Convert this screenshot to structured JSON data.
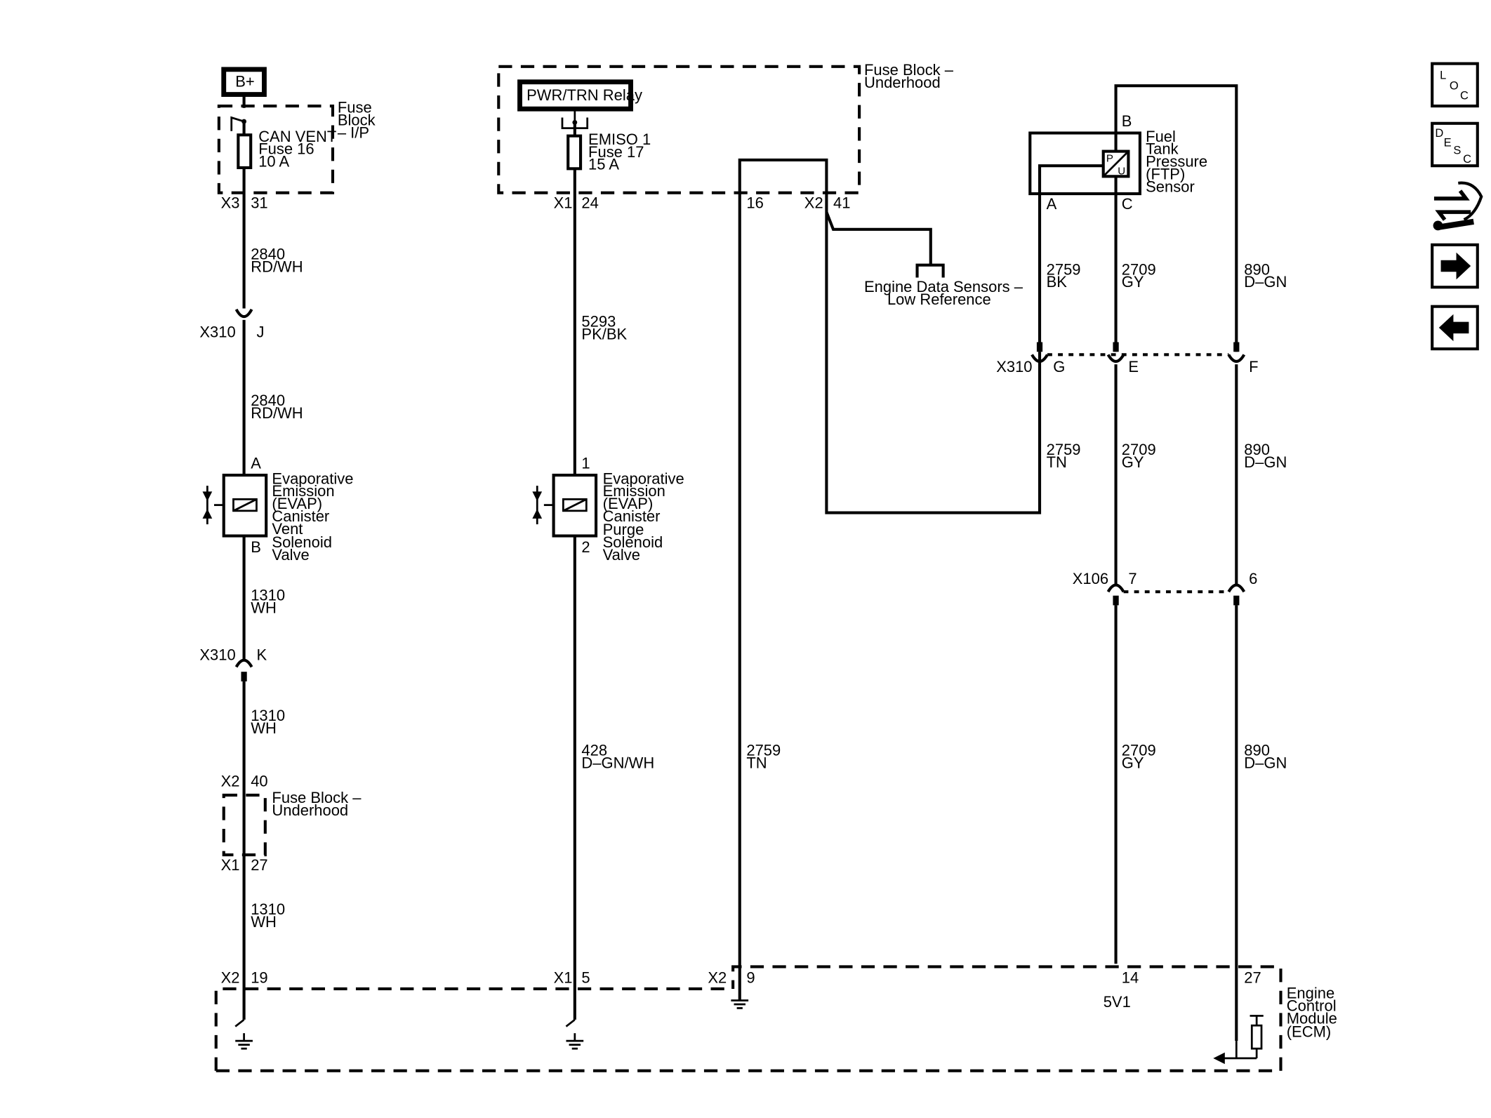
{
  "power": {
    "bplus": "B+",
    "relay": "PWR/TRN Relay"
  },
  "fuse_block_ip": {
    "title": [
      "Fuse",
      "Block",
      "– I/P"
    ],
    "fuse": [
      "CAN VENT",
      "Fuse 16",
      "10 A"
    ],
    "conn": "X3",
    "pin": "31"
  },
  "fuse_block_underhood": {
    "title": [
      "Fuse Block –",
      "Underhood"
    ],
    "fuse": [
      "EMISO 1",
      "Fuse 17",
      "15 A"
    ],
    "conn1": "X1",
    "pin1": "24",
    "pin2": "16",
    "conn2": "X2",
    "pin3": "41"
  },
  "fuse_block_underhood_small": {
    "title": [
      "Fuse Block –",
      "Underhood"
    ],
    "conn_top": "X2",
    "pin_top": "40",
    "conn_bot": "X1",
    "pin_bot": "27"
  },
  "eng_data_ref": [
    "Engine Data Sensors –",
    "Low Reference"
  ],
  "ftp_sensor": {
    "title": [
      "Fuel",
      "Tank",
      "Pressure",
      "(FTP)",
      "Sensor"
    ],
    "pins": {
      "a": "A",
      "b": "B",
      "c": "C"
    },
    "glyph_p": "P",
    "glyph_u": "U"
  },
  "vent_valve": {
    "title": [
      "Evaporative",
      "Emission",
      "(EVAP)",
      "Canister",
      "Vent",
      "Solenoid",
      "Valve"
    ],
    "pin_top": "A",
    "pin_bot": "B"
  },
  "purge_valve": {
    "title": [
      "Evaporative",
      "Emission",
      "(EVAP)",
      "Canister",
      "Purge",
      "Solenoid",
      "Valve"
    ],
    "pin_top": "1",
    "pin_bot": "2"
  },
  "wires": {
    "w2840a": [
      "2840",
      "RD/WH"
    ],
    "w2840b": [
      "2840",
      "RD/WH"
    ],
    "w1310a": [
      "1310",
      "WH"
    ],
    "w1310b": [
      "1310",
      "WH"
    ],
    "w1310c": [
      "1310",
      "WH"
    ],
    "w5293": [
      "5293",
      "PK/BK"
    ],
    "w428": [
      "428",
      "D–GN/WH"
    ],
    "w2759tn": [
      "2759",
      "TN"
    ],
    "w2759bk": [
      "2759",
      "BK"
    ],
    "w2759tn2": [
      "2759",
      "TN"
    ],
    "w2709a": [
      "2709",
      "GY"
    ],
    "w2709b": [
      "2709",
      "GY"
    ],
    "w2709c": [
      "2709",
      "GY"
    ],
    "w890a": [
      "890",
      "D–GN"
    ],
    "w890b": [
      "890",
      "D–GN"
    ],
    "w890c": [
      "890",
      "D–GN"
    ]
  },
  "connectors": {
    "x310_j": {
      "id": "X310",
      "pin": "J"
    },
    "x310_k": {
      "id": "X310",
      "pin": "K"
    },
    "x310_row": {
      "id": "X310",
      "pins": [
        "G",
        "E",
        "F"
      ]
    },
    "x106_row": {
      "id": "X106",
      "pins": [
        "7",
        "6"
      ]
    }
  },
  "ecm": {
    "title": [
      "Engine",
      "Control",
      "Module",
      "(ECM)"
    ],
    "pins": {
      "p19": {
        "conn": "X2",
        "pin": "19"
      },
      "p5": {
        "conn": "X1",
        "pin": "5"
      },
      "p9": {
        "conn": "X2",
        "pin": "9"
      },
      "p14": {
        "pin": "14"
      },
      "p27": {
        "pin": "27"
      }
    },
    "ref_5v": "5V1"
  },
  "nav": {
    "loc": [
      "L",
      "O",
      "C"
    ],
    "desc": [
      "D",
      "E",
      "S",
      "C"
    ],
    "icons": [
      "connector-tool-icon",
      "next-arrow-icon",
      "previous-arrow-icon"
    ]
  }
}
